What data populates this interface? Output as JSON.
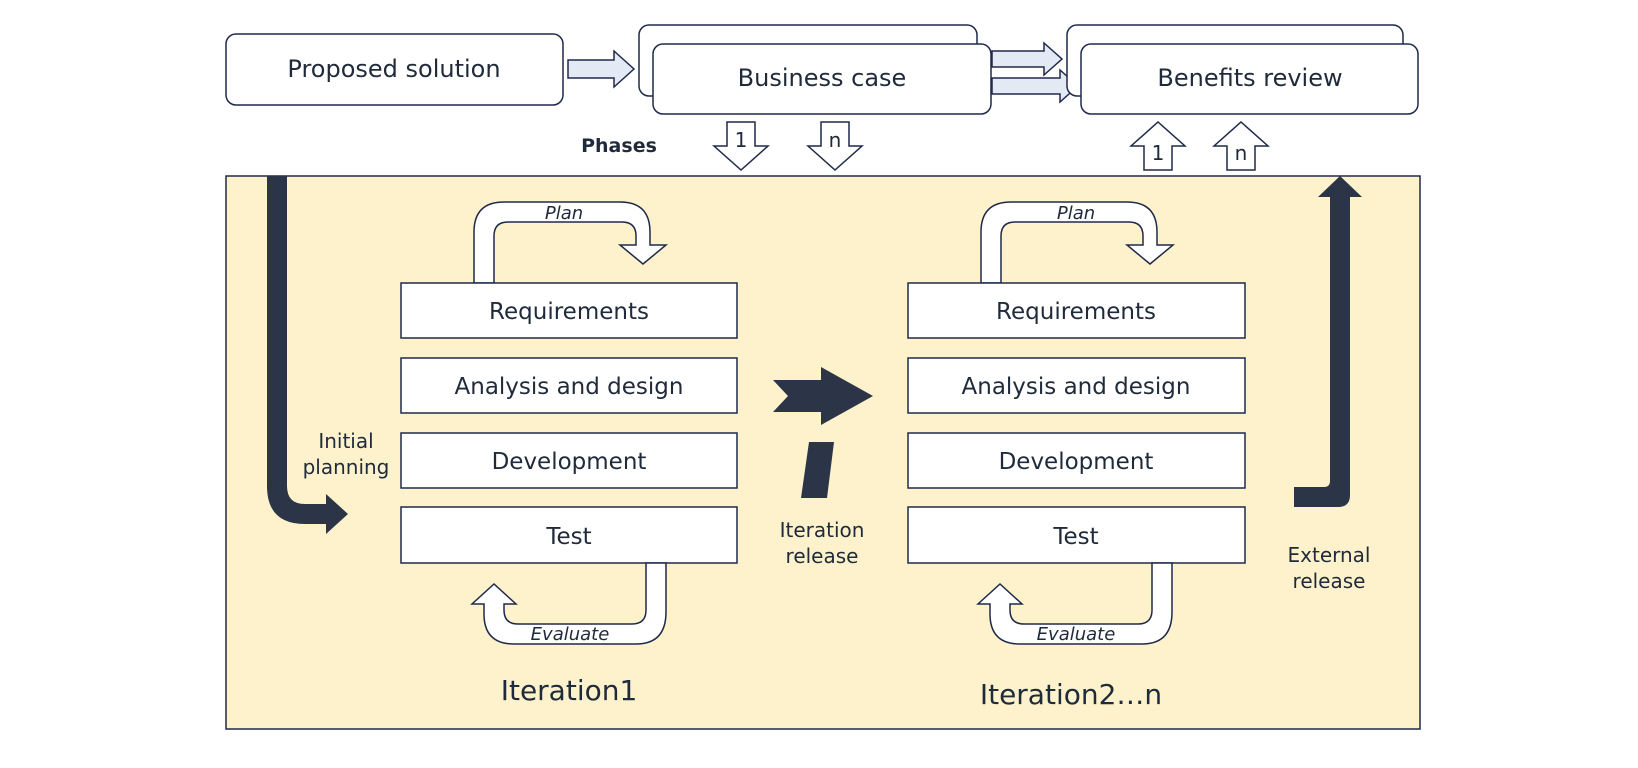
{
  "top": {
    "proposed_solution": "Proposed solution",
    "business_case": "Business case",
    "benefits_review": "Benefits review"
  },
  "phases": {
    "label": "Phases",
    "down_1": "1",
    "down_n": "n",
    "up_1": "1",
    "up_n": "n"
  },
  "initial_planning": [
    "Initial",
    "planning"
  ],
  "iteration_release": [
    "Iteration",
    "release"
  ],
  "external_release": [
    "External",
    "release"
  ],
  "iterations": [
    {
      "title": "Iteration1",
      "plan_label": "Plan",
      "evaluate_label": "Evaluate",
      "steps": [
        "Requirements",
        "Analysis and design",
        "Development",
        "Test"
      ]
    },
    {
      "title": "Iteration2…n",
      "plan_label": "Plan",
      "evaluate_label": "Evaluate",
      "steps": [
        "Requirements",
        "Analysis and design",
        "Development",
        "Test"
      ]
    }
  ],
  "colors": {
    "stroke": "#1f2a4a",
    "panel_fill": "#fdf2cc",
    "arrow_light": "#e3e9f5",
    "arrow_dark": "#2b3547"
  }
}
